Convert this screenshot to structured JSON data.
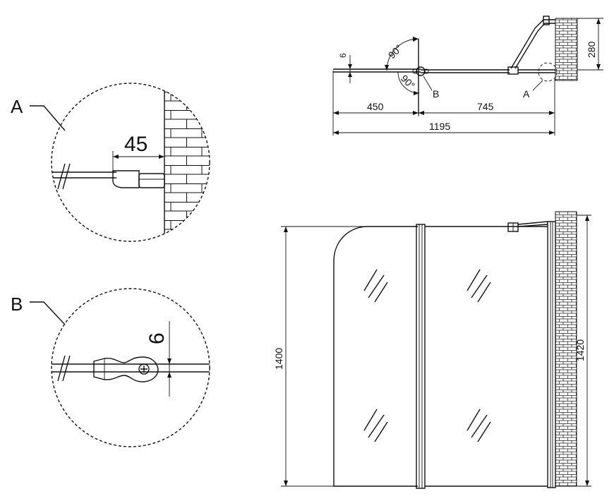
{
  "details": {
    "a": {
      "label": "A",
      "dimension": "45"
    },
    "b": {
      "label": "B",
      "dimension": "6"
    }
  },
  "plan_view": {
    "dim_glass_thickness": "6",
    "angle_upper": "90°",
    "angle_lower": "90°",
    "marker_b": "B",
    "marker_a": "A",
    "dim_left_segment": "450",
    "dim_right_segment": "745",
    "dim_total_width": "1195",
    "dim_bracket_depth": "280"
  },
  "front_view": {
    "dim_glass_height": "1400",
    "dim_profile_height": "1420"
  },
  "colors": {
    "line": "#111111",
    "background": "#ffffff"
  }
}
